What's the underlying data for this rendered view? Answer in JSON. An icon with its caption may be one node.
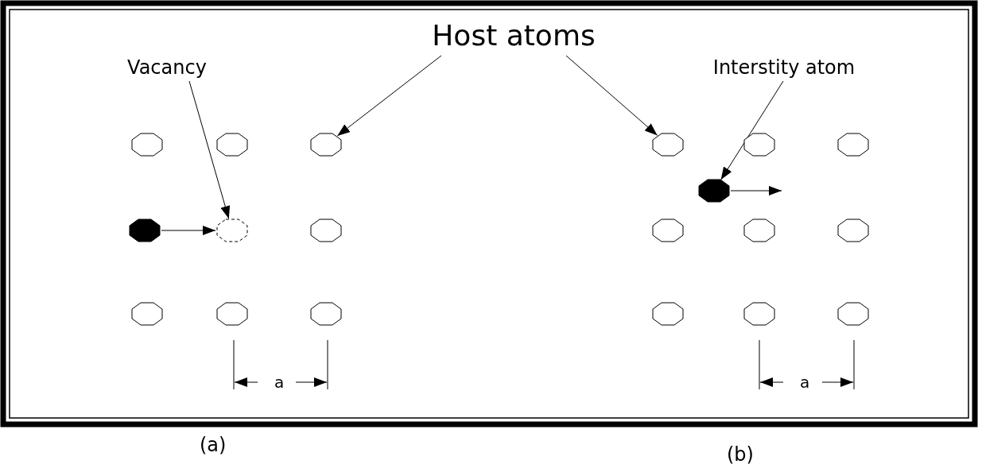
{
  "diagram": {
    "nodes": [
      {
        "text": [
          "Host atoms"
        ]
      },
      {
        "text": [
          "Vacancy"
        ]
      },
      {
        "text": [
          "Interstity atom"
        ]
      },
      {
        "text": [],
        "shape": "circle"
      },
      {
        "text": [],
        "shape": "circle"
      },
      {
        "text": [],
        "shape": "circle"
      },
      {
        "text": [],
        "shape": "circle"
      },
      {
        "text": [],
        "shape": "circle"
      },
      {
        "text": [],
        "shape": "circle"
      },
      {
        "text": [],
        "shape": "circle"
      },
      {
        "text": [],
        "shape": "circle"
      },
      {
        "text": [],
        "shape": "circle"
      },
      {
        "text": [],
        "shape": "circle"
      },
      {
        "text": [],
        "shape": "circle"
      },
      {
        "text": [],
        "shape": "circle"
      },
      {
        "text": [],
        "shape": "circle"
      },
      {
        "text": [],
        "shape": "circle"
      },
      {
        "text": [],
        "shape": "circle"
      },
      {
        "text": [],
        "shape": "circle"
      },
      {
        "text": [],
        "shape": "circle"
      },
      {
        "text": [],
        "shape": "circle"
      },
      {
        "text": [],
        "shape": "circle"
      }
    ],
    "edges": [
      {
        "from": 0,
        "to": 5,
        "arrow": "to"
      },
      {
        "from": 0,
        "to": 12,
        "arrow": "to"
      },
      {
        "from": 1,
        "to": 7,
        "arrow": "to"
      },
      {
        "from": 2,
        "to": 15,
        "arrow": "to"
      },
      {
        "from": 6,
        "to": 7,
        "arrow": "to"
      },
      {
        "from": 15,
        "to": null,
        "arrow": "to"
      }
    ],
    "labels": [
      "a",
      "a",
      "(a)",
      "(b)"
    ]
  }
}
